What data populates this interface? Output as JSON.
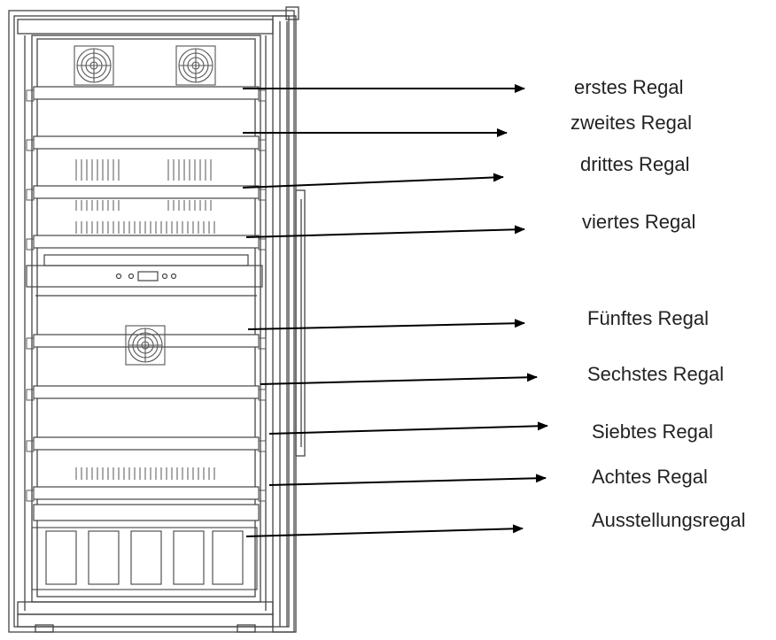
{
  "shelf_labels": [
    "erstes Regal",
    "zweites Regal",
    "drittes Regal",
    "viertes Regal",
    "Fünftes Regal",
    "Sechstes Regal",
    "Siebtes Regal",
    "Achtes Regal",
    "Ausstellungsregal"
  ],
  "colors": {
    "line": "#444444",
    "arrow": "#000000",
    "text": "#222222"
  }
}
